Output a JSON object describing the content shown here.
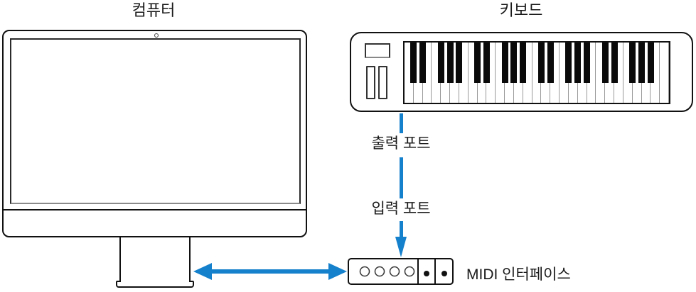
{
  "computer": {
    "title": "컴퓨터"
  },
  "keyboard": {
    "title": "키보드",
    "white_key_count": 29,
    "octave_black_pattern": [
      0,
      1,
      3,
      4,
      5
    ]
  },
  "connection": {
    "output_port_label": "출력 포트",
    "input_port_label": "입력 포트"
  },
  "midi_interface": {
    "label": "MIDI 인터페이스",
    "round_port_count": 4,
    "dot_port_count": 2
  },
  "colors": {
    "arrow_blue": "#1580CC",
    "outline": "#111111"
  }
}
